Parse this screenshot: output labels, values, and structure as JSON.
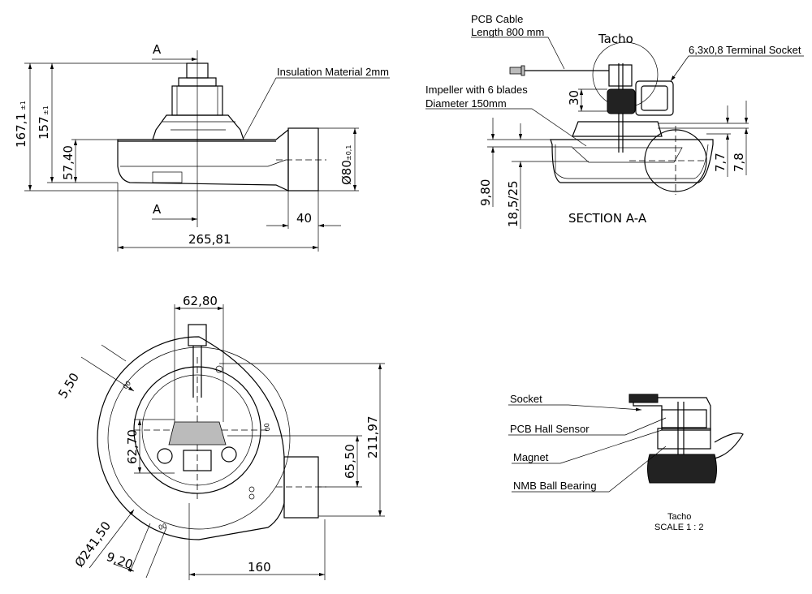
{
  "side_view": {
    "section_mark_top": "A",
    "section_mark_bottom": "A",
    "insulation_label": "Insulation Material 2mm",
    "dim_total_height": "167,1",
    "dim_total_height_tol": "±1",
    "dim_height": "157",
    "dim_height_tol": "±1",
    "dim_housing_height": "57,40",
    "dim_outlet_diameter": "Ø80",
    "dim_outlet_diameter_tol": "±0,1",
    "dim_outlet_length": "40",
    "dim_total_width": "265,81"
  },
  "section_view": {
    "title": "SECTION A-A",
    "pcb_cable_label_1": "PCB Cable",
    "pcb_cable_label_2": "Length 800 mm",
    "tacho_label": "Tacho",
    "terminal_socket_label": "6,3x0,8 Terminal Socket",
    "impeller_label_1": "Impeller with 6 blades",
    "impeller_label_2": "Diameter 150mm",
    "dim_30": "30",
    "dim_980": "9,80",
    "dim_1855": "18,5/25",
    "dim_77": "7,7",
    "dim_78": "7,8"
  },
  "top_view": {
    "dim_6280": "62,80",
    "dim_550": "5,50",
    "dim_6270": "62,70",
    "dim_6550": "65,50",
    "dim_21197": "211,97",
    "dim_24150": "Ø241,50",
    "dim_920": "9,20",
    "dim_160": "160",
    "marking_00": "00"
  },
  "tacho_detail": {
    "socket_label": "Socket",
    "pcb_hall_label": "PCB Hall Sensor",
    "magnet_label": "Magnet",
    "bearing_label": "NMB Ball Bearing",
    "title": "Tacho",
    "scale": "SCALE 1 : 2"
  }
}
